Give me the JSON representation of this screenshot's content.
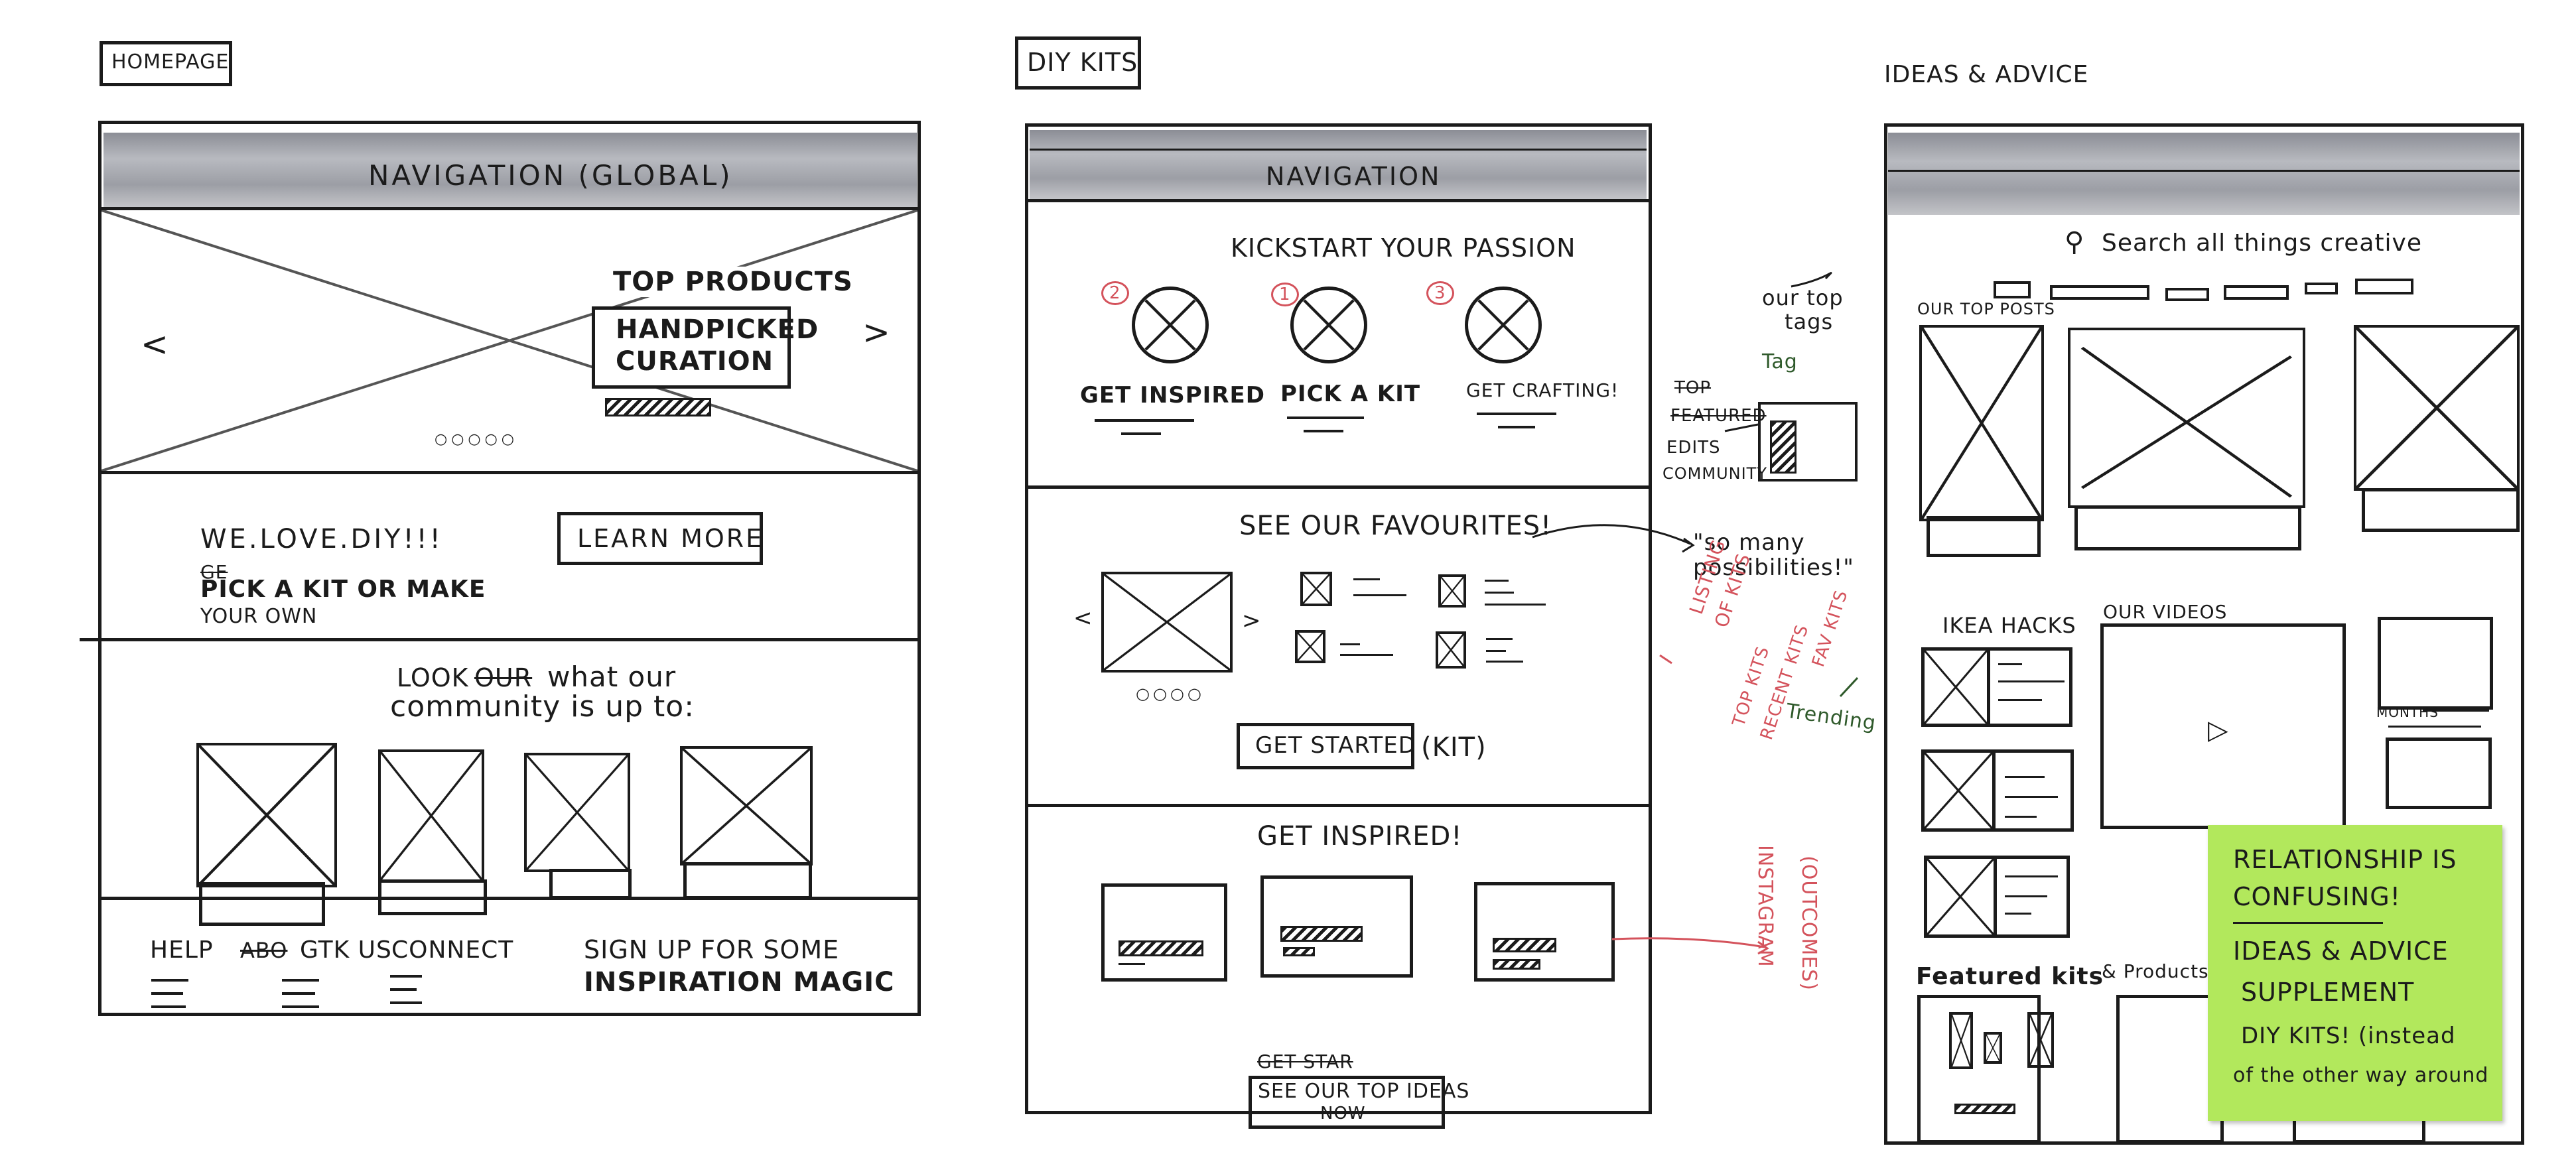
{
  "homepage": {
    "page_label": "HOMEPAGE",
    "nav": "NAVIGATION (GLOBAL)",
    "carousel": {
      "top_products": "TOP PRODUCTS",
      "curation_line1": "HANDPICKED",
      "curation_line2": "CURATION",
      "prev": "<",
      "next": ">",
      "dots": "○○○○○"
    },
    "intro": {
      "heading": "WE.LOVE.DIY!!!",
      "crossed": "GE",
      "line1": "PICK A KIT OR MAKE",
      "line2": "YOUR OWN",
      "cta": "LEARN MORE"
    },
    "community": {
      "look": "LOOK",
      "crossed": "OUR",
      "line1_rest": "what our",
      "line2": "community is up to:"
    },
    "footer": {
      "help": "HELP",
      "crossed": "ABO",
      "gtk": "GTK US",
      "connect": "CONNECT",
      "signup_line1": "SIGN UP FOR SOME",
      "signup_line2": "INSPIRATION MAGIC"
    }
  },
  "diy_kits": {
    "page_label": "DIY KITS",
    "nav": "NAVIGATION",
    "kickstart": {
      "title": "KICKSTART YOUR PASSION",
      "steps": [
        {
          "num": "2",
          "label": "GET INSPIRED"
        },
        {
          "num": "1",
          "label": "PICK A KIT"
        },
        {
          "num": "3",
          "label": "GET CRAFTING!"
        }
      ]
    },
    "favourites": {
      "title": "SEE OUR FAVOURITES!",
      "prev": "<",
      "next": ">",
      "dots": "○○○○",
      "cta": "GET STARTED",
      "suffix": "(KIT)"
    },
    "inspired": {
      "title": "GET INSPIRED!",
      "crossed": "GET STAR",
      "cta_line1": "SEE OUR TOP IDEAS",
      "cta_line2": "NOW"
    },
    "notes": {
      "tags_line1": "our top",
      "tags_line2": "tags",
      "top_crossed": "TOP",
      "featured_crossed": "FEATURED",
      "edits": "EDITS",
      "community": "COMMUNITY",
      "tag_green": "Tag",
      "possibilities_line1": "\"so many",
      "possibilities_line2": "possibilities!\"",
      "listing_line1": "LISTING",
      "listing_line2": "OF KITS",
      "top_kits": "TOP KITS",
      "recent_kits": "RECENT KITS",
      "fav_kits": "FAV KITS",
      "trending": "Trending",
      "instagram_line1": "INSTAGRAM",
      "instagram_line2": "(OUTCOMES)"
    }
  },
  "ideas_advice": {
    "page_label": "IDEAS & ADVICE",
    "search": "Search all things creative",
    "top_posts": "OUR TOP POSTS",
    "ikea_hacks": "IKEA HACKS",
    "our_videos": "OUR VIDEOS",
    "months": "MONTHS",
    "featured": "Featured kits",
    "products": "& Products",
    "sticky": {
      "line1": "RELATIONSHIP IS",
      "line2": "CONFUSING!",
      "line3": "IDEAS & ADVICE",
      "line4": "SUPPLEMENT",
      "line5": "DIY KITS! (instead",
      "line6": "of the other way around"
    }
  },
  "colors": {
    "ink": "#1b1b1b",
    "nav_gray": "#9c9ea5",
    "red_note": "#d4535c",
    "green_note": "#2f5a2b",
    "sticky": "#b2e85c"
  }
}
